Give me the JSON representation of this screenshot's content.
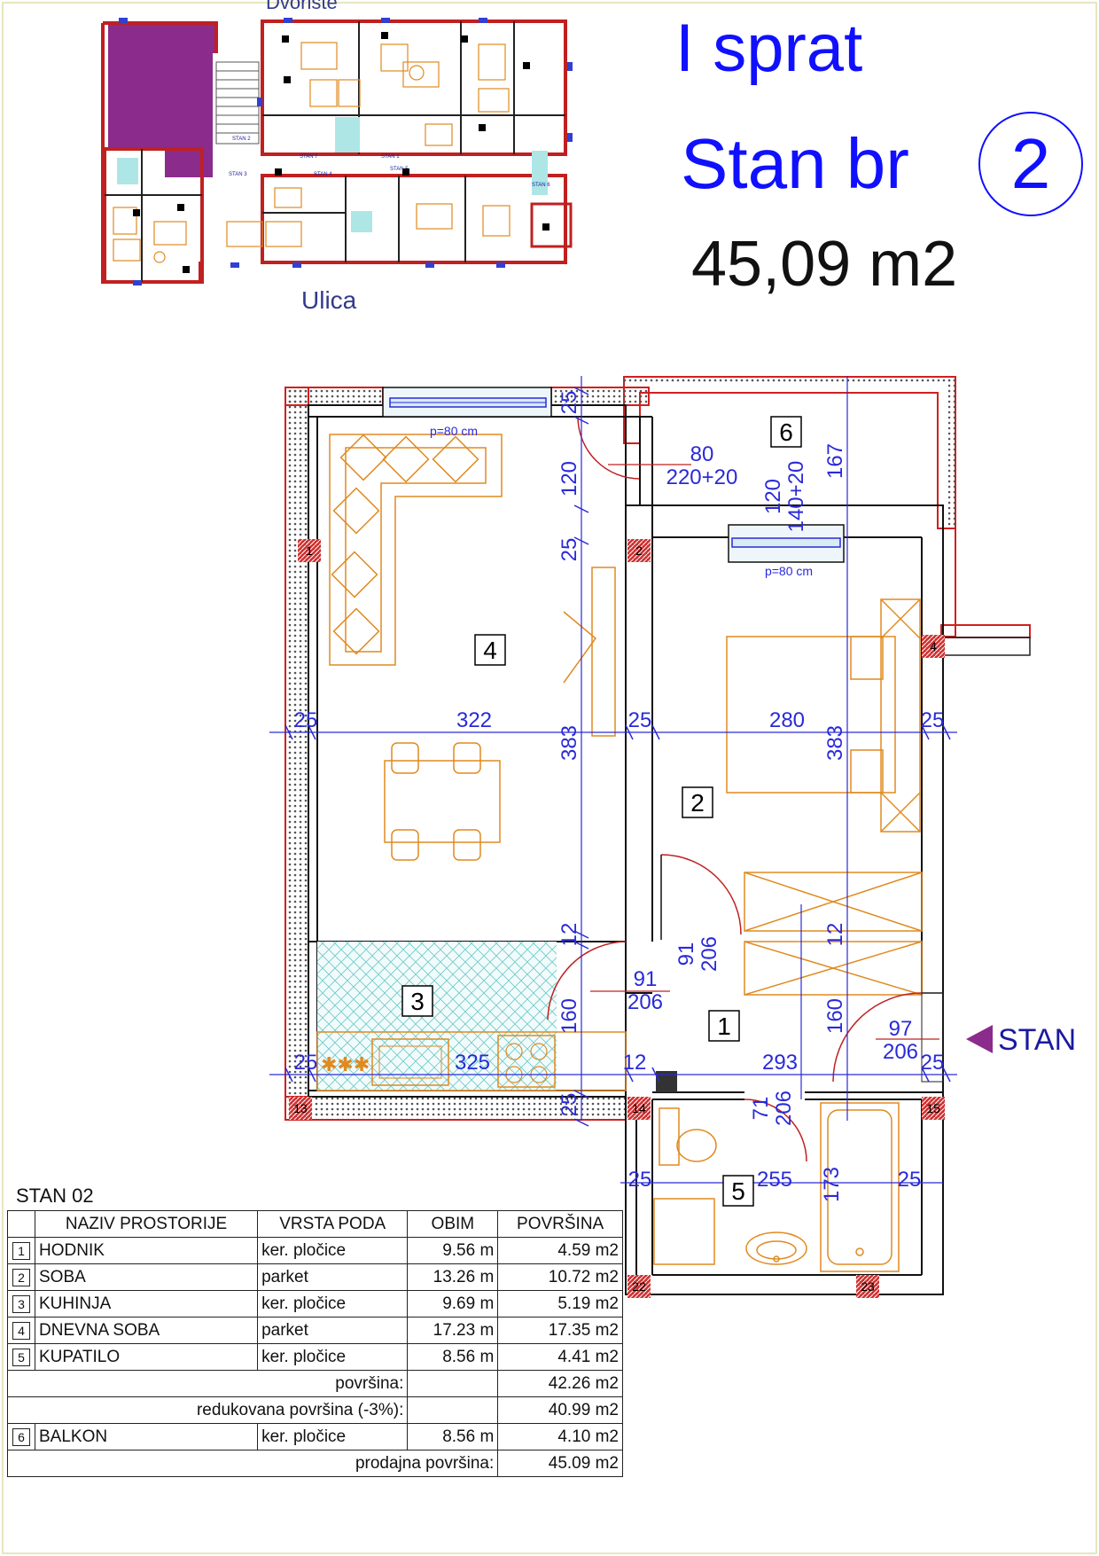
{
  "header": {
    "floor": "I sprat",
    "apartment_prefix": "Stan br",
    "apartment_number": "2",
    "total_area": "45,09 m2"
  },
  "key_plan": {
    "street_label": "Ulica",
    "top_label_partial": "Dvoriste",
    "unit_labels": [
      "STAN 1",
      "STAN 2",
      "STAN 3",
      "STAN 4",
      "STAN 5",
      "STAN 6",
      "STAN 7"
    ]
  },
  "plan": {
    "rooms": [
      {
        "id": "1"
      },
      {
        "id": "2"
      },
      {
        "id": "3"
      },
      {
        "id": "4"
      },
      {
        "id": "5"
      },
      {
        "id": "6"
      }
    ],
    "dimensions": [
      "25",
      "322",
      "25",
      "280",
      "25",
      "383",
      "383",
      "120",
      "25",
      "25",
      "12",
      "12",
      "160",
      "160",
      "325",
      "12",
      "293",
      "25",
      "25",
      "255",
      "25",
      "173",
      "167",
      "25",
      "25"
    ],
    "openings": {
      "balcony_door": {
        "w": "80",
        "h": "220+20"
      },
      "window_room2": {
        "w": "120",
        "h": "140+20"
      },
      "window_room4_top": "120",
      "sill_note": "p=80 cm",
      "door_room2": {
        "w": "91",
        "h": "206"
      },
      "door_kitchen": {
        "w": "91",
        "h": "206"
      },
      "door_entrance": {
        "w": "97",
        "h": "206"
      },
      "door_bath": {
        "w": "71",
        "h": "206"
      }
    },
    "entrance_label": "STAN",
    "column_numbers": [
      "1",
      "2",
      "4",
      "13",
      "14",
      "15",
      "22",
      "23"
    ]
  },
  "table": {
    "caption": "STAN 02",
    "columns": [
      "NAZIV PROSTORIJE",
      "VRSTA PODA",
      "OBIM",
      "POVRŠINA"
    ],
    "rows": [
      {
        "n": "1",
        "name": "HODNIK",
        "floor": "ker. pločice",
        "perimeter": "9.56 m",
        "area": "4.59 m2"
      },
      {
        "n": "2",
        "name": "SOBA",
        "floor": "parket",
        "perimeter": "13.26 m",
        "area": "10.72 m2"
      },
      {
        "n": "3",
        "name": "KUHINJA",
        "floor": "ker. pločice",
        "perimeter": "9.69 m",
        "area": "5.19 m2"
      },
      {
        "n": "4",
        "name": "DNEVNA SOBA",
        "floor": "parket",
        "perimeter": "17.23 m",
        "area": "17.35 m2"
      },
      {
        "n": "5",
        "name": "KUPATILO",
        "floor": "ker. pločice",
        "perimeter": "8.56 m",
        "area": "4.41 m2"
      }
    ],
    "subtotal_label": "površina:",
    "subtotal_value": "42.26 m2",
    "reduced_label": "redukovana površina (-3%):",
    "reduced_value": "40.99 m2",
    "balcony": {
      "n": "6",
      "name": "BALKON",
      "floor": "ker. pločice",
      "perimeter": "8.56 m",
      "area": "4.10 m2"
    },
    "sales_label": "prodajna površina:",
    "sales_value": "45.09 m2"
  }
}
